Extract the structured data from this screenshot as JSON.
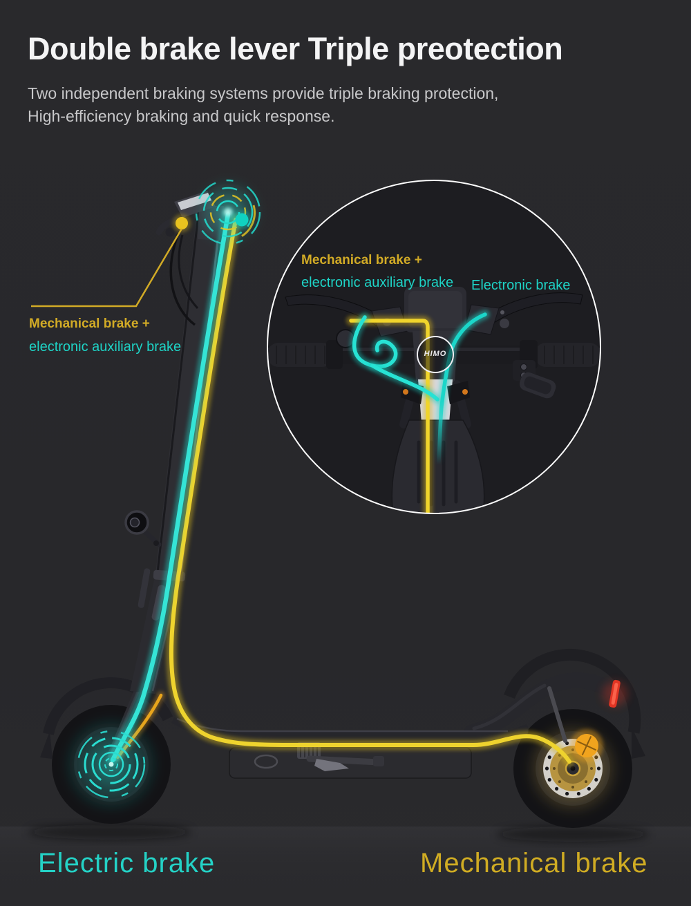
{
  "header": {
    "title": "Double brake lever Triple preotection",
    "subtitle_line1": "Two independent braking systems provide triple braking protection,",
    "subtitle_line2": "High-efficiency braking and quick response."
  },
  "callouts": {
    "stem": {
      "line1": "Mechanical brake +",
      "line2": "electronic auxiliary brake"
    },
    "inset_combo": {
      "line1": "Mechanical brake +",
      "line2": "electronic auxiliary brake"
    },
    "inset_electronic": "Electronic brake",
    "bottom_left": "Electric brake",
    "bottom_right": "Mechanical brake"
  },
  "brand": {
    "logo": "HIMO"
  },
  "colors": {
    "background": "#28282b",
    "cyan": "#1ed3c6",
    "gold": "#d2ab26",
    "orange": "#efa11d",
    "taillight_red": "#e23524",
    "circle_border": "#ffffff"
  }
}
